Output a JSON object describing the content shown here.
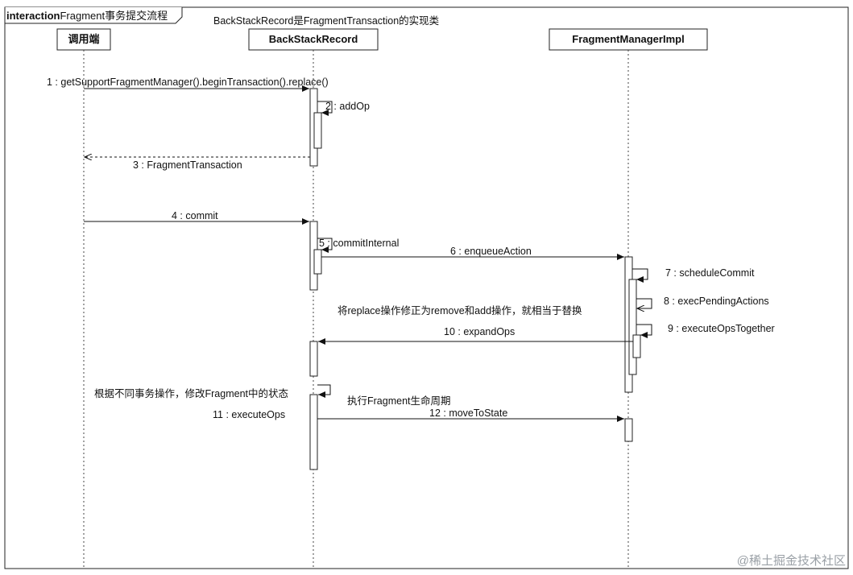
{
  "frame": {
    "title_prefix": "interaction",
    "title_rest": "Fragment事务提交流程"
  },
  "participants": [
    {
      "name": "调用端"
    },
    {
      "name": "BackStackRecord"
    },
    {
      "name": "FragmentManagerImpl"
    }
  ],
  "messages": [
    {
      "id": "1",
      "label": "1 : getSupportFragmentManager().beginTransaction().replace()"
    },
    {
      "id": "2",
      "label": "2 : addOp"
    },
    {
      "id": "3",
      "label": "3 : FragmentTransaction"
    },
    {
      "id": "4",
      "label": "4 : commit"
    },
    {
      "id": "5",
      "label": "5 : commitInternal"
    },
    {
      "id": "6",
      "label": "6 : enqueueAction"
    },
    {
      "id": "7",
      "label": "7 : scheduleCommit"
    },
    {
      "id": "8",
      "label": "8 : execPendingActions"
    },
    {
      "id": "9",
      "label": "9 : executeOpsTogether"
    },
    {
      "id": "10",
      "label": "10 : expandOps"
    },
    {
      "id": "11",
      "label": "11 : executeOps"
    },
    {
      "id": "12",
      "label": "12 : moveToState"
    }
  ],
  "notes": {
    "backstack_impl": "BackStackRecord是FragmentTransaction的实现类",
    "replace_note": "将replace操作修正为remove和add操作，就相当于替换",
    "state_note": "根据不同事务操作，修改Fragment中的状态",
    "lifecycle_note": "执行Fragment生命周期"
  },
  "watermark": "@稀土掘金技术社区"
}
